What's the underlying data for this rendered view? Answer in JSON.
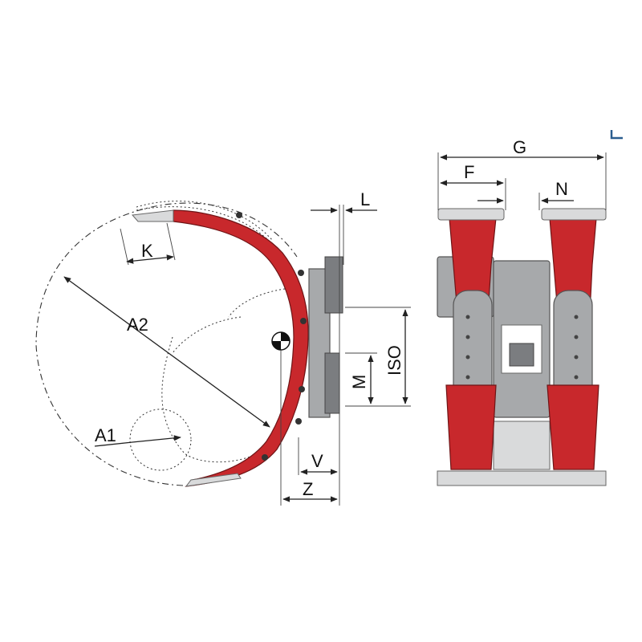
{
  "diagram": {
    "side_view_labels": {
      "K": "K",
      "A2": "A2",
      "A1": "A1",
      "L": "L",
      "ISO": "ISO",
      "M": "M",
      "V": "V",
      "Z": "Z"
    },
    "front_view_labels": {
      "G": "G",
      "F": "F",
      "N": "N"
    },
    "colors": {
      "arm_red": "#c8282c",
      "frame_grey": "#a7a9ab",
      "line": "#222222"
    },
    "corner_icon": "corner-mark-icon"
  }
}
